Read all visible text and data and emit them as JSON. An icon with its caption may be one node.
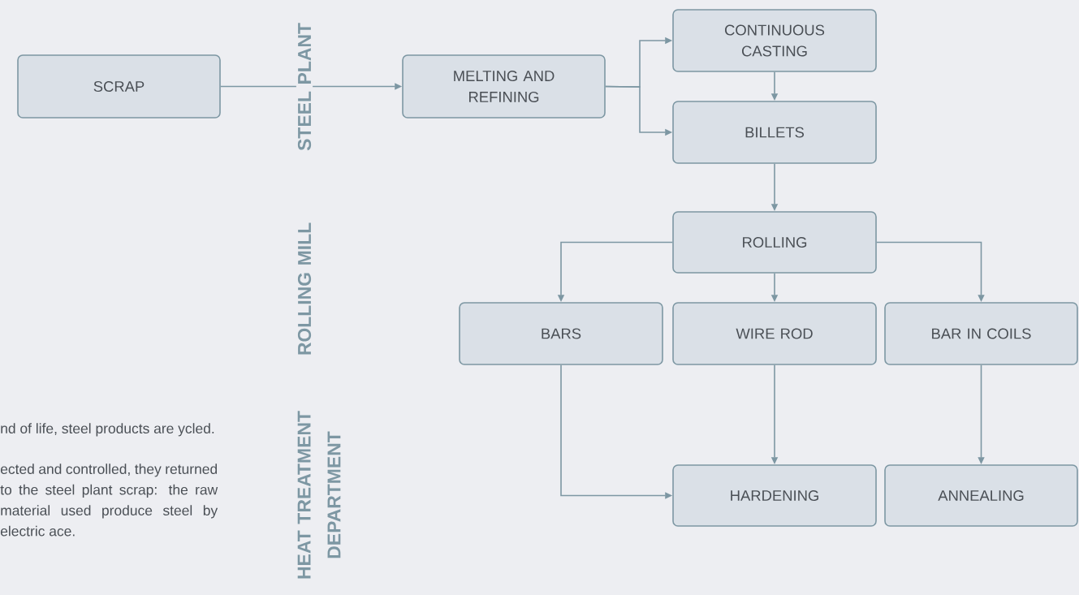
{
  "diagram": {
    "nodes": [
      {
        "text": [
          "SCRAP"
        ]
      },
      {
        "text": [
          "MELTING AND REFINING"
        ]
      },
      {
        "text": [
          "CONTINUOUS CASTING"
        ]
      },
      {
        "text": [
          "BILLETS"
        ]
      },
      {
        "text": [
          "ROLLING"
        ]
      },
      {
        "text": [
          "BARS"
        ]
      },
      {
        "text": [
          "WIRE ROD"
        ]
      },
      {
        "text": [
          "BAR IN COILS"
        ]
      },
      {
        "text": [
          "HARDENING"
        ]
      },
      {
        "text": [
          "ANNEALING"
        ]
      }
    ],
    "edges": [
      {
        "from": 0,
        "to": 1,
        "arrow": "to"
      },
      {
        "from": 1,
        "to": 2,
        "arrow": "to"
      },
      {
        "from": 1,
        "to": 3,
        "arrow": "to"
      },
      {
        "from": 2,
        "to": 3,
        "arrow": "to"
      },
      {
        "from": 3,
        "to": 4,
        "arrow": "to"
      },
      {
        "from": 4,
        "to": 5,
        "arrow": "to"
      },
      {
        "from": 4,
        "to": 6,
        "arrow": "to"
      },
      {
        "from": 4,
        "to": 7,
        "arrow": "to"
      },
      {
        "from": 5,
        "to": 8,
        "arrow": "to"
      },
      {
        "from": 6,
        "to": 8,
        "arrow": "to"
      },
      {
        "from": 7,
        "to": 9,
        "arrow": "to"
      }
    ],
    "labels": [
      "STEEL PLANT",
      "ROLLING MILL",
      "HEAT TREATMENT DEPARTMENT",
      "nd of life, steel products are ycled.",
      "ected and controlled, they returned to the steel plant scrap: the raw material used produce steel by electric ace."
    ]
  }
}
